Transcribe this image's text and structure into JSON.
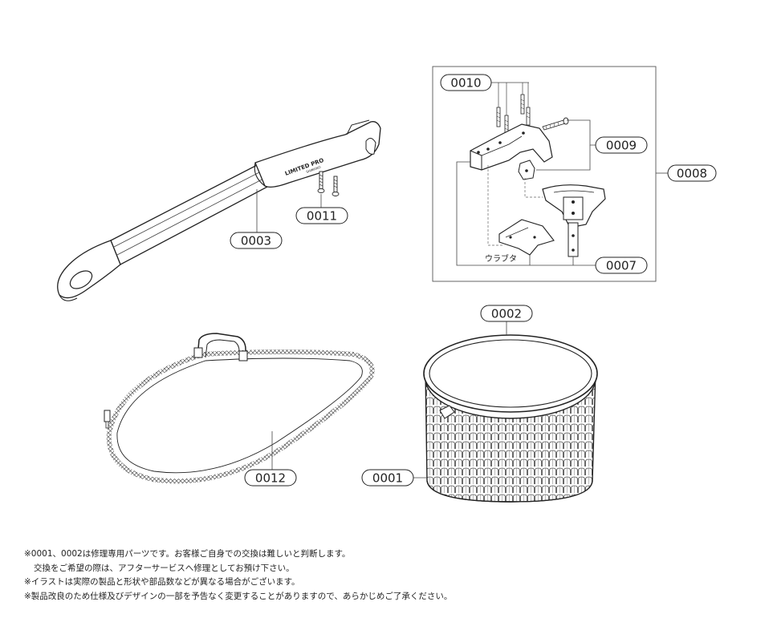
{
  "labels": {
    "p0001": "0001",
    "p0002": "0002",
    "p0003": "0003",
    "p0007": "0007",
    "p0008": "0008",
    "p0009": "0009",
    "p0010": "0010",
    "p0011": "0011",
    "p0012": "0012",
    "urabuta": "ウラブタ"
  },
  "brand": {
    "name": "LIMITED PRO",
    "maker": "SHIMANO"
  },
  "notes": [
    "※0001、0002は修理専用パーツです。お客様ご自身での交換は難しいと判断します。",
    "交換をご希望の際は、アフターサービスへ修理としてお預け下さい。",
    "※イラストは実際の製品と形状や部品数などが異なる場合がございます。",
    "※製品改良のため仕様及びデザインの一部を予告なく変更することがありますので、あらかじめご了承ください。"
  ]
}
